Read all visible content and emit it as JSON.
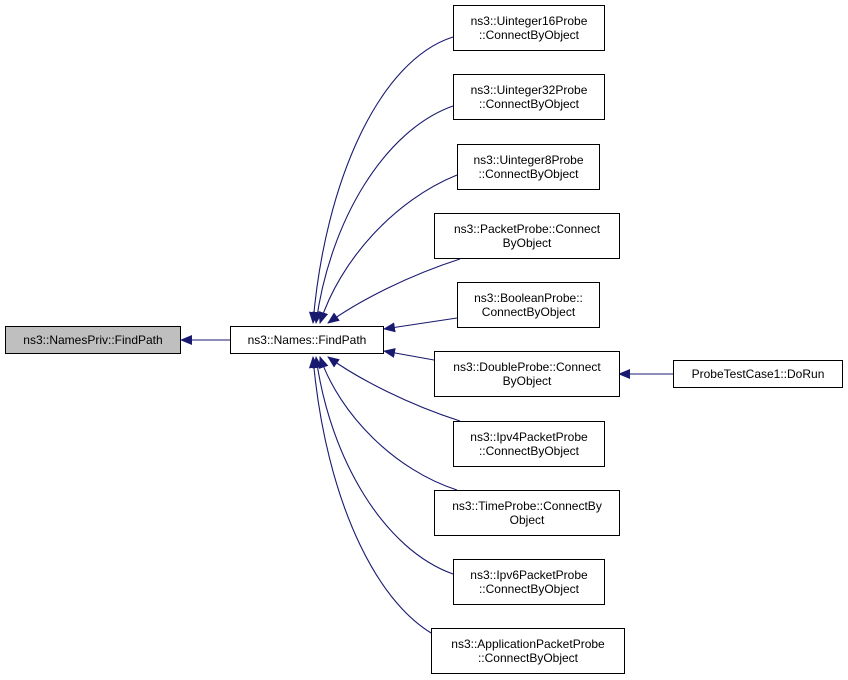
{
  "colors": {
    "edge": "#191970",
    "node_border": "#000000",
    "focus_fill": "#bfbfbf",
    "node_fill": "#ffffff"
  },
  "nodes": {
    "names_priv_findpath": {
      "lines": [
        "ns3::NamesPriv::FindPath"
      ]
    },
    "names_findpath": {
      "lines": [
        "ns3::Names::FindPath"
      ]
    },
    "uinteger16": {
      "lines": [
        "ns3::Uinteger16Probe",
        "::ConnectByObject"
      ]
    },
    "uinteger32": {
      "lines": [
        "ns3::Uinteger32Probe",
        "::ConnectByObject"
      ]
    },
    "uinteger8": {
      "lines": [
        "ns3::Uinteger8Probe",
        "::ConnectByObject"
      ]
    },
    "packetprobe": {
      "lines": [
        "ns3::PacketProbe::Connect",
        "ByObject"
      ]
    },
    "booleanprobe": {
      "lines": [
        "ns3::BooleanProbe::",
        "ConnectByObject"
      ]
    },
    "doubleprobe": {
      "lines": [
        "ns3::DoubleProbe::Connect",
        "ByObject"
      ]
    },
    "ipv4packetprobe": {
      "lines": [
        "ns3::Ipv4PacketProbe",
        "::ConnectByObject"
      ]
    },
    "timeprobe": {
      "lines": [
        "ns3::TimeProbe::ConnectBy",
        "Object"
      ]
    },
    "ipv6packetprobe": {
      "lines": [
        "ns3::Ipv6PacketProbe",
        "::ConnectByObject"
      ]
    },
    "applicationpacketprobe": {
      "lines": [
        "ns3::ApplicationPacketProbe",
        "::ConnectByObject"
      ]
    },
    "probetestcase1": {
      "lines": [
        "ProbeTestCase1::DoRun"
      ]
    }
  }
}
